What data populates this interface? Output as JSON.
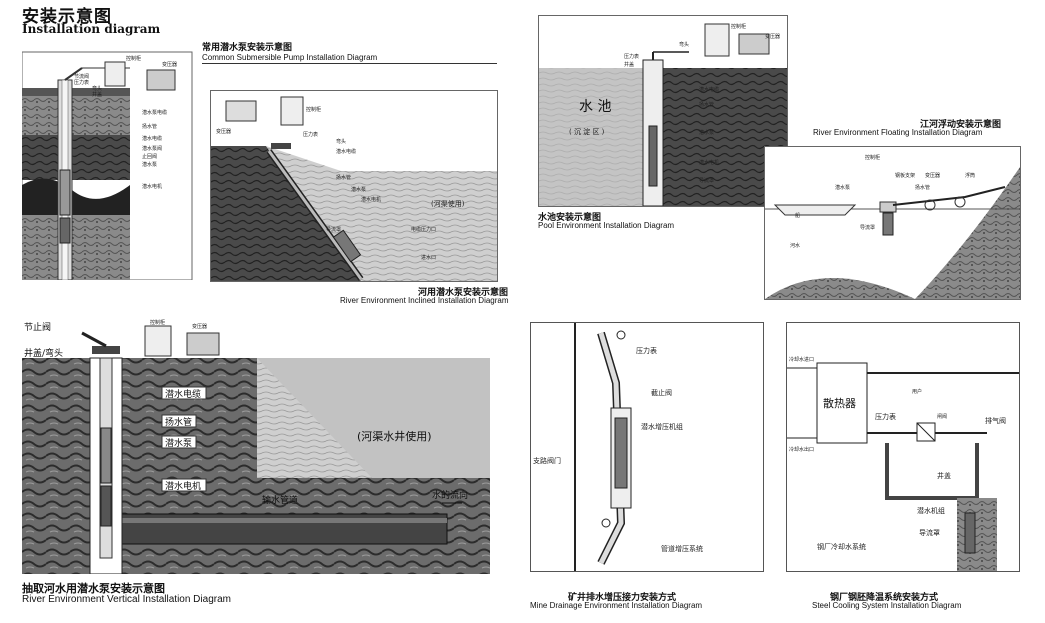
{
  "header": {
    "title_cn": "安装示意图",
    "title_en": "Installation diagram"
  },
  "panels": {
    "common": {
      "caption_cn": "常用潜水泵安装示意图",
      "caption_en": "Common Submersible Pump Installation Diagram",
      "labels": [
        "节流阀",
        "压力表",
        "弯头",
        "井盖",
        "潜水泵电缆",
        "扬水管",
        "潜水电缆",
        "潜水泵阀",
        "止回阀",
        "潜水泵",
        "潜水电机",
        "控制柜",
        "变压器"
      ]
    },
    "inclined": {
      "caption_cn": "河用潜水泵安装示意图",
      "caption_en": "River Environment Inclined Installation Diagram",
      "labels": [
        "变压器",
        "控制柜",
        "压力表",
        "弯头",
        "潜水电缆",
        "扬水管",
        "潜水泵",
        "潜水电机",
        "导流罩",
        "进水口",
        "电缆压力口"
      ],
      "note": "(河渠使用)"
    },
    "pool": {
      "caption_cn": "水池安装示意图",
      "caption_en": "Pool Environment Installation Diagram",
      "water_cn": "水 池",
      "zone_cn": "( 沉 淀 区 )",
      "labels": [
        "压力表",
        "井盖",
        "弯头",
        "控制柜",
        "变压器",
        "潜水电缆",
        "扬水管",
        "潜水泵",
        "潜水电机",
        "导流罩"
      ]
    },
    "floating": {
      "caption_cn": "江河浮动安装示意图",
      "caption_en": "River Environment Floating Installation Diagram",
      "labels": [
        "控制柜",
        "变压器",
        "浮筒",
        "潜水泵",
        "扬水管",
        "钢板支架",
        "导流罩",
        "船",
        "河水"
      ]
    },
    "vertical": {
      "caption_cn": "抽取河水用潜水泵安装示意图",
      "caption_en": "River Environment Vertical Installation Diagram",
      "labels": [
        "节止阀",
        "井盖/弯头",
        "控制柜",
        "变压器",
        "潜水电缆",
        "扬水管",
        "潜水泵",
        "潜水电机",
        "输水管道",
        "水的流向"
      ],
      "note": "(河渠水井使用)"
    },
    "mine": {
      "caption_cn": "矿井排水增压接力安装方式",
      "caption_en": "Mine Drainage Environment Installation Diagram",
      "labels": [
        "压力表",
        "截止阀",
        "潜水增压机组",
        "支路阀门",
        "管道增压系统"
      ]
    },
    "steel": {
      "caption_cn": "钢厂钢胚降温系统安装方式",
      "caption_en": "Steel Cooling System Installation Diagram",
      "labels": [
        "散热器",
        "压力表",
        "闸阀",
        "排气阀",
        "井盖",
        "潜水机组",
        "导流罩",
        "钢厂冷却水系统",
        "用户",
        "冷却水进口",
        "冷却水出口"
      ]
    }
  },
  "colors": {
    "soil_dark": "#3a3a3a",
    "soil_mid": "#7a7a7a",
    "water": "#c9c9c9",
    "bg": "#ffffff"
  }
}
